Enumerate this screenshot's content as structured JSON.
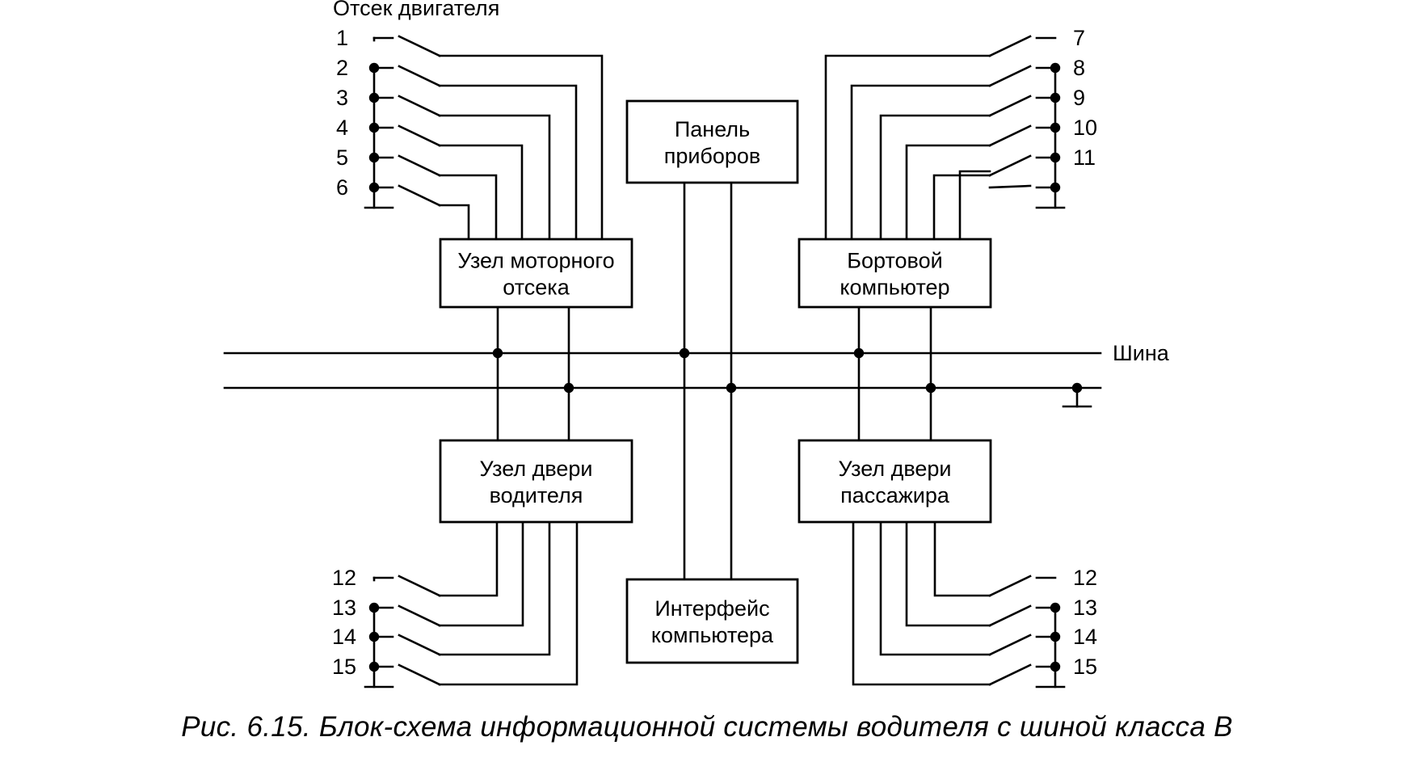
{
  "engine_compartment_label": "Отсек двигателя",
  "bus_label": "Шина",
  "blocks": {
    "engine_node": [
      "Узел моторного",
      "отсека"
    ],
    "instrument_panel": [
      "Панель",
      "приборов"
    ],
    "onboard_computer": [
      "Бортовой",
      "компьютер"
    ],
    "driver_door_node": [
      "Узел двери",
      "водителя"
    ],
    "computer_interface": [
      "Интерфейс",
      "компьютера"
    ],
    "passenger_door_node": [
      "Узел двери",
      "пассажира"
    ]
  },
  "switch_numbers": {
    "top_left": [
      "1",
      "2",
      "3",
      "4",
      "5",
      "6"
    ],
    "top_right": [
      "7",
      "8",
      "9",
      "10",
      "11"
    ],
    "bottom_left": [
      "12",
      "13",
      "14",
      "15"
    ],
    "bottom_right": [
      "12",
      "13",
      "14",
      "15"
    ]
  },
  "caption": "Рис. 6.15. Блок-схема информационной системы водителя с шиной класса В"
}
